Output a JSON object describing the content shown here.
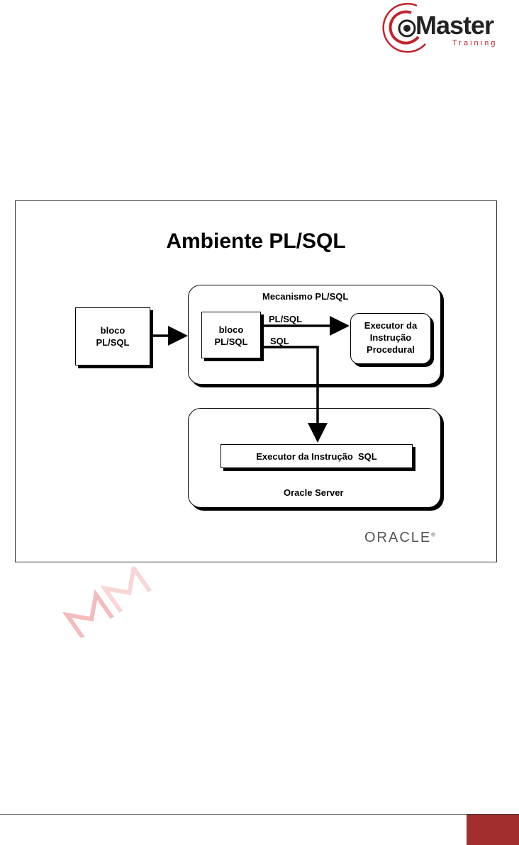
{
  "logo": {
    "word": "Master",
    "sub": "Training",
    "icon": "master-training-logo",
    "accent": "#c0242b"
  },
  "slide": {
    "title": "Ambiente PL/SQL",
    "engine": {
      "label": "Mecanismo PL/SQL",
      "block": "bloco\nPL/SQL"
    },
    "outer_block": "bloco\nPL/SQL",
    "procedural_executor": "Executor da\nInstrução\nProcedural",
    "arrow_labels": {
      "plsql": "PL/SQL",
      "sql": "SQL"
    },
    "sql_executor": "Executor da Instrução  SQL",
    "server": {
      "label": "Oracle Server"
    },
    "vendor_logo": "ORACLE"
  },
  "footer": {
    "color": "#a32e2e"
  }
}
